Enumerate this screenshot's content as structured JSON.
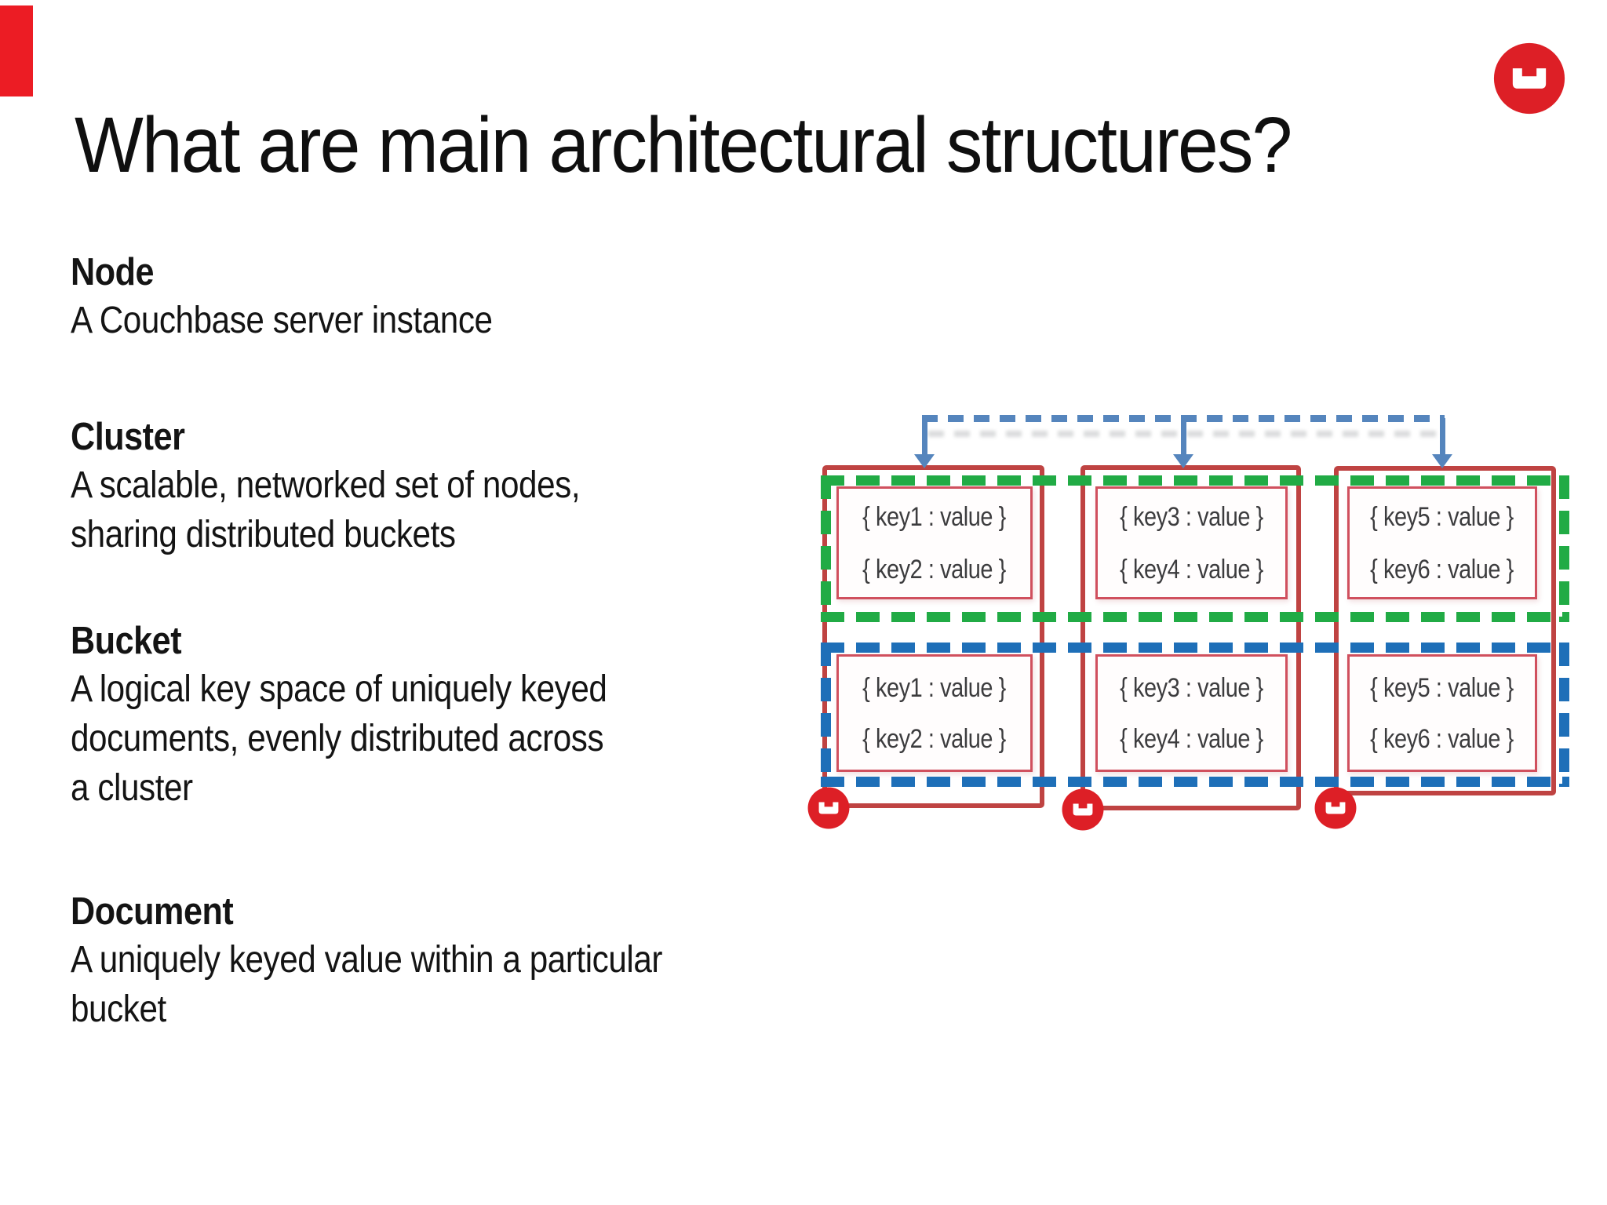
{
  "slide": {
    "title": "What are main architectural structures?",
    "accent_color": "#ec1c24",
    "logo_color": "#dd1f26",
    "sections": [
      {
        "heading": "Node",
        "lines": [
          "A Couchbase server instance"
        ]
      },
      {
        "heading": "Cluster",
        "lines": [
          "A scalable, networked set of nodes,",
          "sharing distributed buckets"
        ]
      },
      {
        "heading": "Bucket",
        "lines": [
          "A logical key space of uniquely keyed",
          "documents, evenly distributed across",
          "a cluster"
        ]
      },
      {
        "heading": "Document",
        "lines": [
          "A uniquely keyed value within a particular",
          "bucket"
        ]
      }
    ]
  },
  "diagram": {
    "bucket_a_color": "#21ab45",
    "bucket_b_color": "#1e6fb8",
    "connector_color": "#5585bd",
    "node_border_color": "#bf4342",
    "document_border_color": "#d0505e",
    "nodes": [
      {
        "top_docs": [
          "{ key1 : value }",
          "{ key2 : value }"
        ],
        "bottom_docs": [
          "{ key1 : value }",
          "{ key2 : value }"
        ]
      },
      {
        "top_docs": [
          "{ key3 : value }",
          "{ key4 : value }"
        ],
        "bottom_docs": [
          "{ key3 : value }",
          "{ key4 : value }"
        ]
      },
      {
        "top_docs": [
          "{ key5 : value }",
          "{ key6 : value }"
        ],
        "bottom_docs": [
          "{ key5 : value }",
          "{ key6 : value }"
        ]
      }
    ]
  }
}
